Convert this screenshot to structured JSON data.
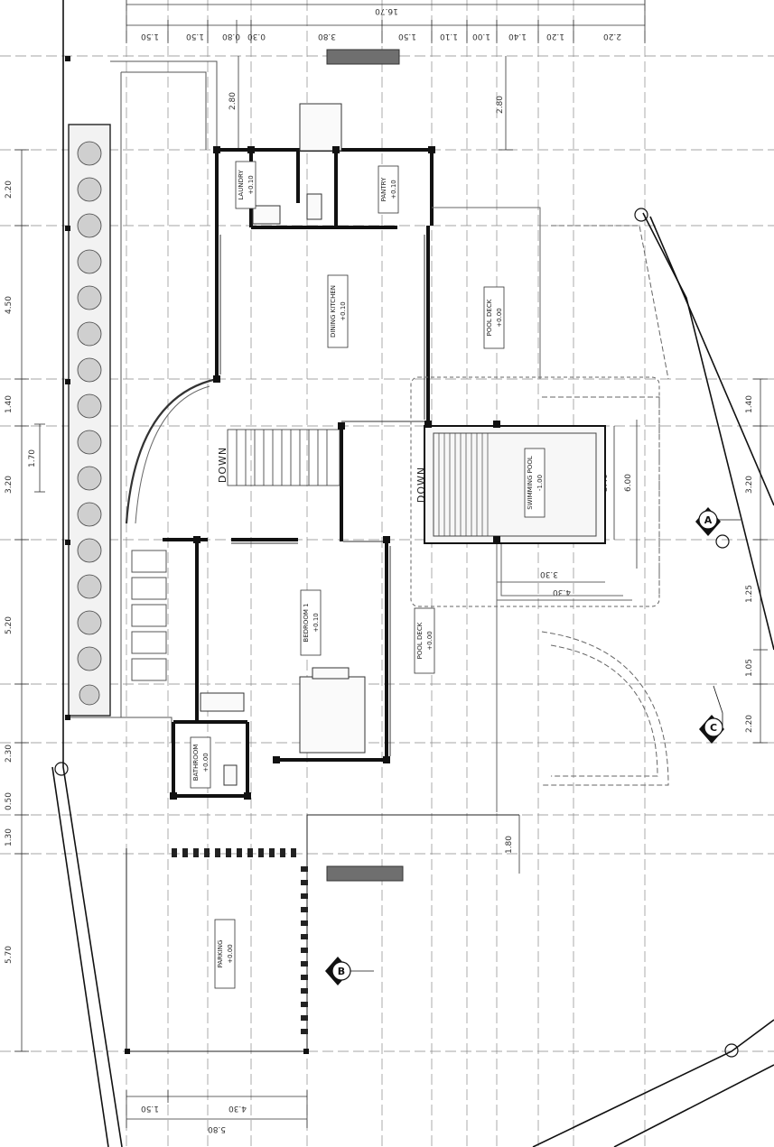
{
  "top_dims": {
    "total": "16.70",
    "segments": [
      "1.50",
      "1.50",
      "0.80",
      "0.30",
      "3.80",
      "1.50",
      "1.10",
      "1.00",
      "1.40",
      "1.20",
      "2.20"
    ]
  },
  "left_dims": [
    "2.20",
    "4.50",
    "1.40",
    "3.20",
    "1.70",
    "5.20",
    "2.30",
    "0.50",
    "1.30",
    "5.70"
  ],
  "right_dims": [
    "1.40",
    "3.20",
    "1.05",
    "2.20",
    "1.25"
  ],
  "inner_dims": {
    "a": "2.80",
    "b": "2.80",
    "c": "3.40",
    "d": "3.30",
    "e": "4.30",
    "f": "6.00",
    "g": "1.80"
  },
  "bottom_dims": [
    "1.50",
    "4.30",
    "5.80"
  ],
  "rooms": {
    "dining_kitchen": {
      "name": "DINING KITCHEN",
      "level": "+0.10"
    },
    "pool_deck_top": {
      "name": "POOL DECK",
      "level": "+0.00"
    },
    "pantry": {
      "name": "PANTRY",
      "level": "+0.10"
    },
    "laundry": {
      "name": "LAUNDRY",
      "level": "+0.10"
    },
    "bedroom": {
      "name": "BEDROOM 1",
      "level": "+0.10"
    },
    "bathroom": {
      "name": "BATHROOM",
      "level": "+0.00"
    },
    "pool": {
      "name": "SWIMMING POOL",
      "level": "-1.00"
    },
    "pool_deck_bottom": {
      "name": "POOL DECK",
      "level": "+0.00"
    },
    "parking": {
      "name": "PARKING",
      "level": "+0.00"
    }
  },
  "stairs": [
    "DOWN",
    "DOWN"
  ],
  "section_markers": [
    "A",
    "B",
    "C"
  ],
  "colors": {
    "wall": "#111111",
    "line": "#555555",
    "dash": "#777777",
    "plant": "#444444"
  }
}
